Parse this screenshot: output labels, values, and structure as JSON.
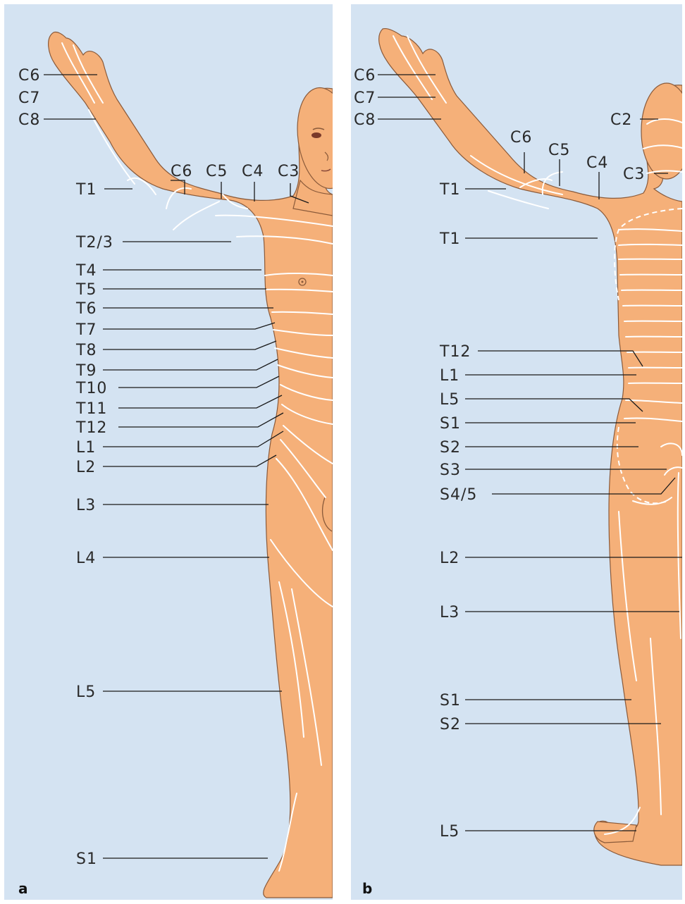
{
  "panels": [
    {
      "id": "a",
      "label": "a",
      "dermatomes": [
        "C6",
        "C7",
        "C8",
        "T1",
        "C6",
        "C5",
        "C4",
        "C3",
        "T2/3",
        "T4",
        "T5",
        "T6",
        "T7",
        "T8",
        "T9",
        "T10",
        "T11",
        "T12",
        "L1",
        "L2",
        "L3",
        "L4",
        "L5",
        "S1"
      ]
    },
    {
      "id": "b",
      "label": "b",
      "dermatomes": [
        "C6",
        "C7",
        "C8",
        "C2",
        "C6",
        "C5",
        "C4",
        "C3",
        "T1",
        "T1",
        "T12",
        "L1",
        "L5",
        "S1",
        "S2",
        "S3",
        "S4/5",
        "L2",
        "L3",
        "S1",
        "S2",
        "L5"
      ]
    }
  ],
  "colors": {
    "background": "#d4e3f2",
    "skin": "#f5b079",
    "outline": "#8a5a3a",
    "boundary": "#ffffff",
    "leader": "#1a1a1a"
  }
}
